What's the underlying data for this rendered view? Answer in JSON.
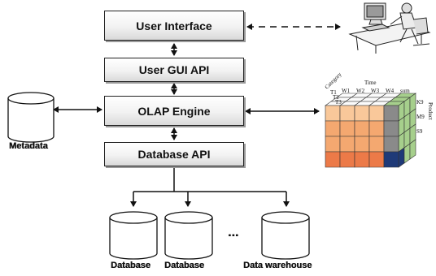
{
  "layers": {
    "user_interface": "User Interface",
    "user_gui_api": "User GUI API",
    "olap_engine": "OLAP Engine",
    "database_api": "Database API"
  },
  "stores": {
    "metadata": "Metadata",
    "database_1": "Database",
    "database_2": "Database",
    "ellipsis": "...",
    "data_warehouse": "Data warehouse"
  },
  "cube": {
    "category_label": "Category",
    "time_label": "Time",
    "product_label": "Product",
    "time_columns": [
      "W1",
      "W2",
      "W3",
      "W4",
      "sum"
    ],
    "category_rows": [
      "T1",
      "T2",
      "T3"
    ],
    "product_labels": [
      "K9",
      "M9",
      "S9"
    ],
    "colors": {
      "front_light": "#f9c89a",
      "front_mid": "#f4a870",
      "front_bottom": "#ec7a48",
      "gray_column": "#8a8a8a",
      "side_green": "#a6cf8c",
      "side_dark": "#1f3a78"
    }
  }
}
